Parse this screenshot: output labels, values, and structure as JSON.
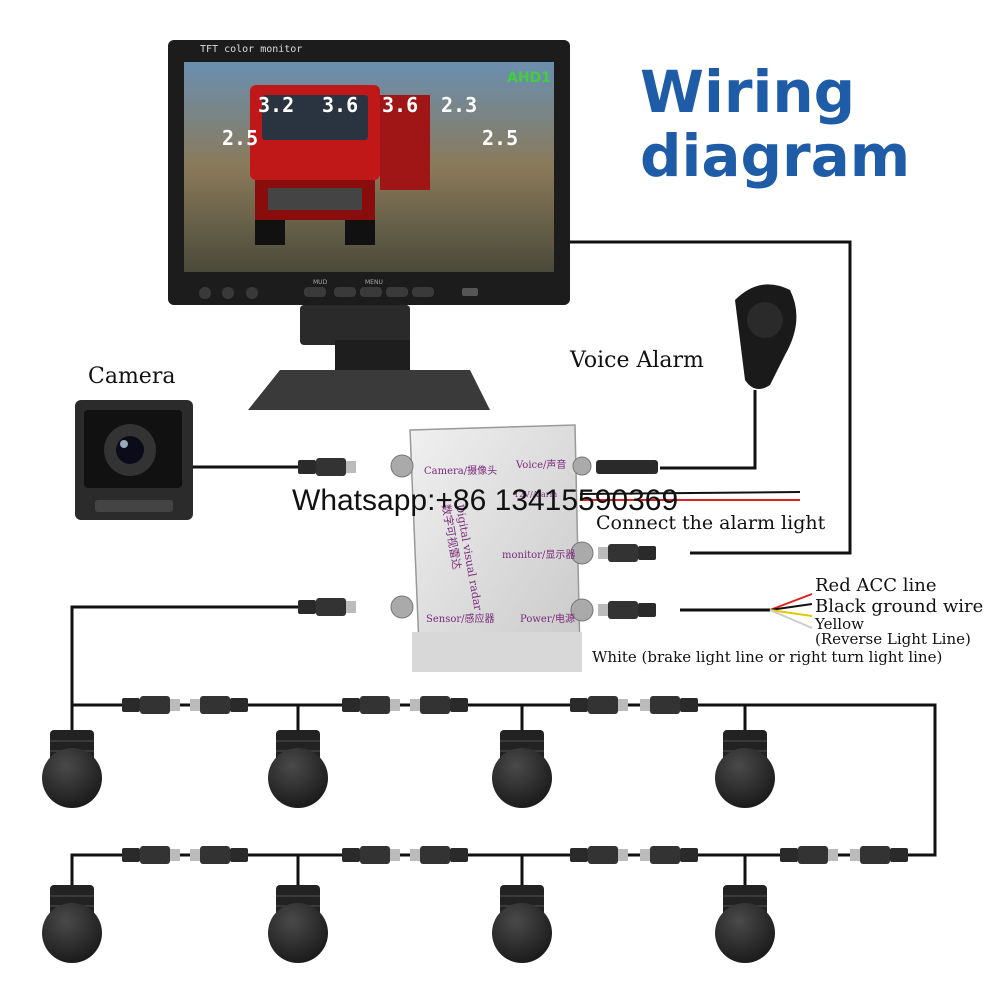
{
  "title_line1": "Wiring",
  "title_line2": "diagram",
  "monitor": {
    "brand_label": "TFT color monitor",
    "mode_badge": "AHD1",
    "sensor_readings": [
      "3.2",
      "3.6",
      "3.6",
      "2.3",
      "2.5",
      "2.5"
    ],
    "button_labels": [
      "MUD",
      "MENU"
    ]
  },
  "labels": {
    "camera": "Camera",
    "voice_alarm": "Voice Alarm",
    "connect_alarm": "Connect the alarm light",
    "red_acc": "Red ACC line",
    "black_ground": "Black ground wire",
    "yellow": "Yellow",
    "reverse_light": "(Reverse Light Line)",
    "white": "White (brake light line or right turn light line)"
  },
  "control_box": {
    "port_camera": "Camera/摄像头",
    "port_voice": "Voice/声音",
    "port_12v": "12V/Alarm",
    "port_monitor": "monitor/显示器",
    "port_sensor": "Sensor/感应器",
    "port_power": "Power/电源",
    "product_name_en": "Digital visual radar",
    "product_name_cn": "数字可视雷达"
  },
  "watermark": "Whatsapp:+86 13415590369",
  "colors": {
    "title": "#1e5ca8",
    "wire": "#111111",
    "sensor": "#2a2a2a",
    "box": "#dcdcdc",
    "label_purple": "#7a2a7a"
  }
}
